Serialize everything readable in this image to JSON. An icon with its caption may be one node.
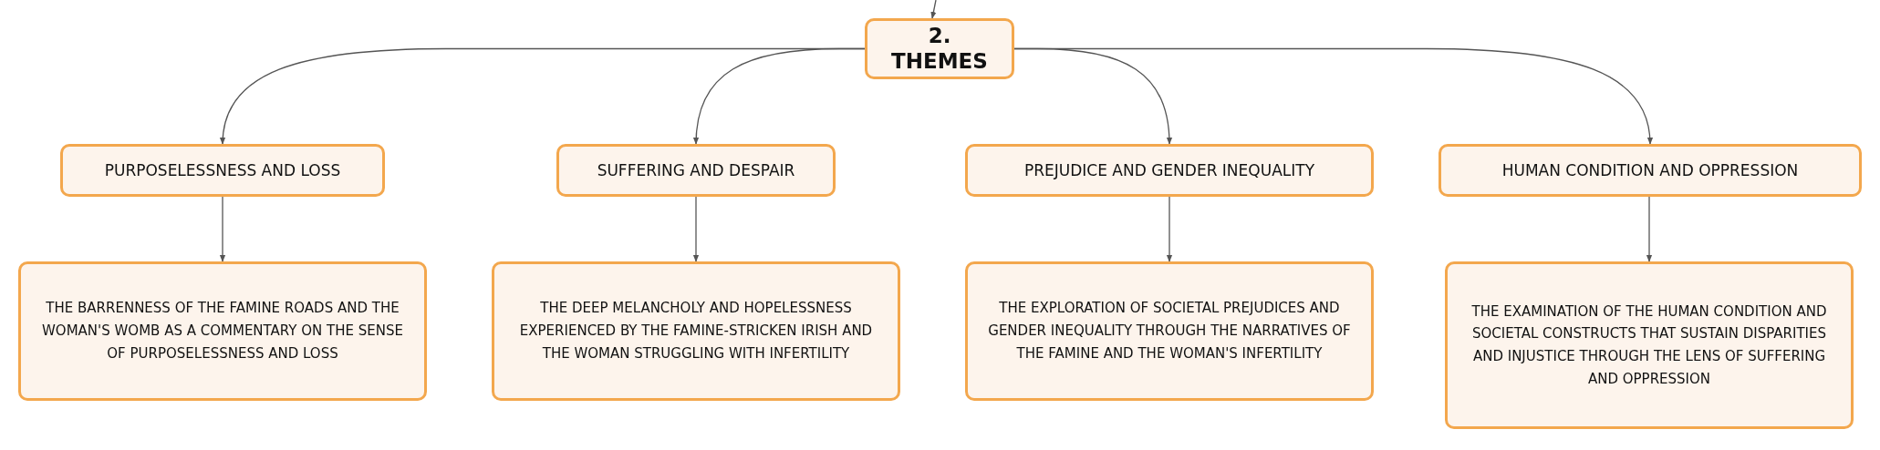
{
  "diagram": {
    "nodes": [
      {
        "text": [
          "2. THEMES"
        ]
      },
      {
        "text": [
          "PURPOSELESSNESS AND LOSS"
        ]
      },
      {
        "text": [
          "SUFFERING AND DESPAIR"
        ]
      },
      {
        "text": [
          "PREJUDICE AND GENDER INEQUALITY"
        ]
      },
      {
        "text": [
          "HUMAN CONDITION AND OPPRESSION"
        ]
      },
      {
        "text": [
          "THE BARRENNESS OF THE FAMINE ROADS AND THE WOMAN'S WOMB AS A COMMENTARY ON THE SENSE OF PURPOSELESSNESS AND LOSS"
        ]
      },
      {
        "text": [
          "THE DEEP MELANCHOLY AND HOPELESSNESS EXPERIENCED BY THE FAMINE-STRICKEN IRISH AND THE WOMAN STRUGGLING WITH INFERTILITY"
        ]
      },
      {
        "text": [
          "THE EXPLORATION OF SOCIETAL PREJUDICES AND GENDER INEQUALITY THROUGH THE NARRATIVES OF THE FAMINE AND THE WOMAN'S INFERTILITY"
        ]
      },
      {
        "text": [
          "THE EXAMINATION OF THE HUMAN CONDITION AND SOCIETAL CONSTRUCTS THAT SUSTAIN DISPARITIES AND INJUSTICE THROUGH THE LENS OF SUFFERING AND OPPRESSION"
        ]
      }
    ],
    "edges": [
      {
        "from": null,
        "to": 0,
        "arrow": "to"
      },
      {
        "from": 0,
        "to": 1,
        "arrow": "to"
      },
      {
        "from": 0,
        "to": 2,
        "arrow": "to"
      },
      {
        "from": 0,
        "to": 3,
        "arrow": "to"
      },
      {
        "from": 0,
        "to": 4,
        "arrow": "to"
      },
      {
        "from": 1,
        "to": 5,
        "arrow": "to"
      },
      {
        "from": 2,
        "to": 6,
        "arrow": "to"
      },
      {
        "from": 3,
        "to": 7,
        "arrow": "to"
      },
      {
        "from": 4,
        "to": 8,
        "arrow": "to"
      }
    ]
  }
}
